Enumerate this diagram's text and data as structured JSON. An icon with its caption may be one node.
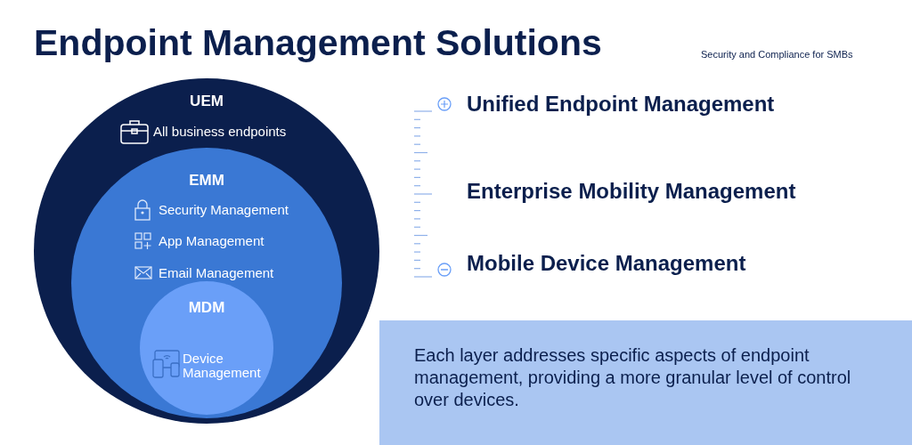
{
  "diagram": {
    "title": "Endpoint Management Solutions",
    "nodes": [
      {
        "text": [
          "UEM",
          "All business endpoints"
        ]
      },
      {
        "text": [
          "EMM",
          "Security Management",
          "App Management",
          "Email Management"
        ],
        "in": 0
      },
      {
        "text": [
          "MDM",
          "Device Management"
        ],
        "in": 1
      },
      {
        "text": [
          "Each layer addresses specific aspects of endpoint management, providing a more granular level of control over devices."
        ]
      }
    ],
    "edges": [],
    "labels": [
      "Security and Compliance for SMBs",
      "Unified Endpoint Management",
      "Enterprise Mobility Management",
      "Mobile Device Management"
    ]
  }
}
